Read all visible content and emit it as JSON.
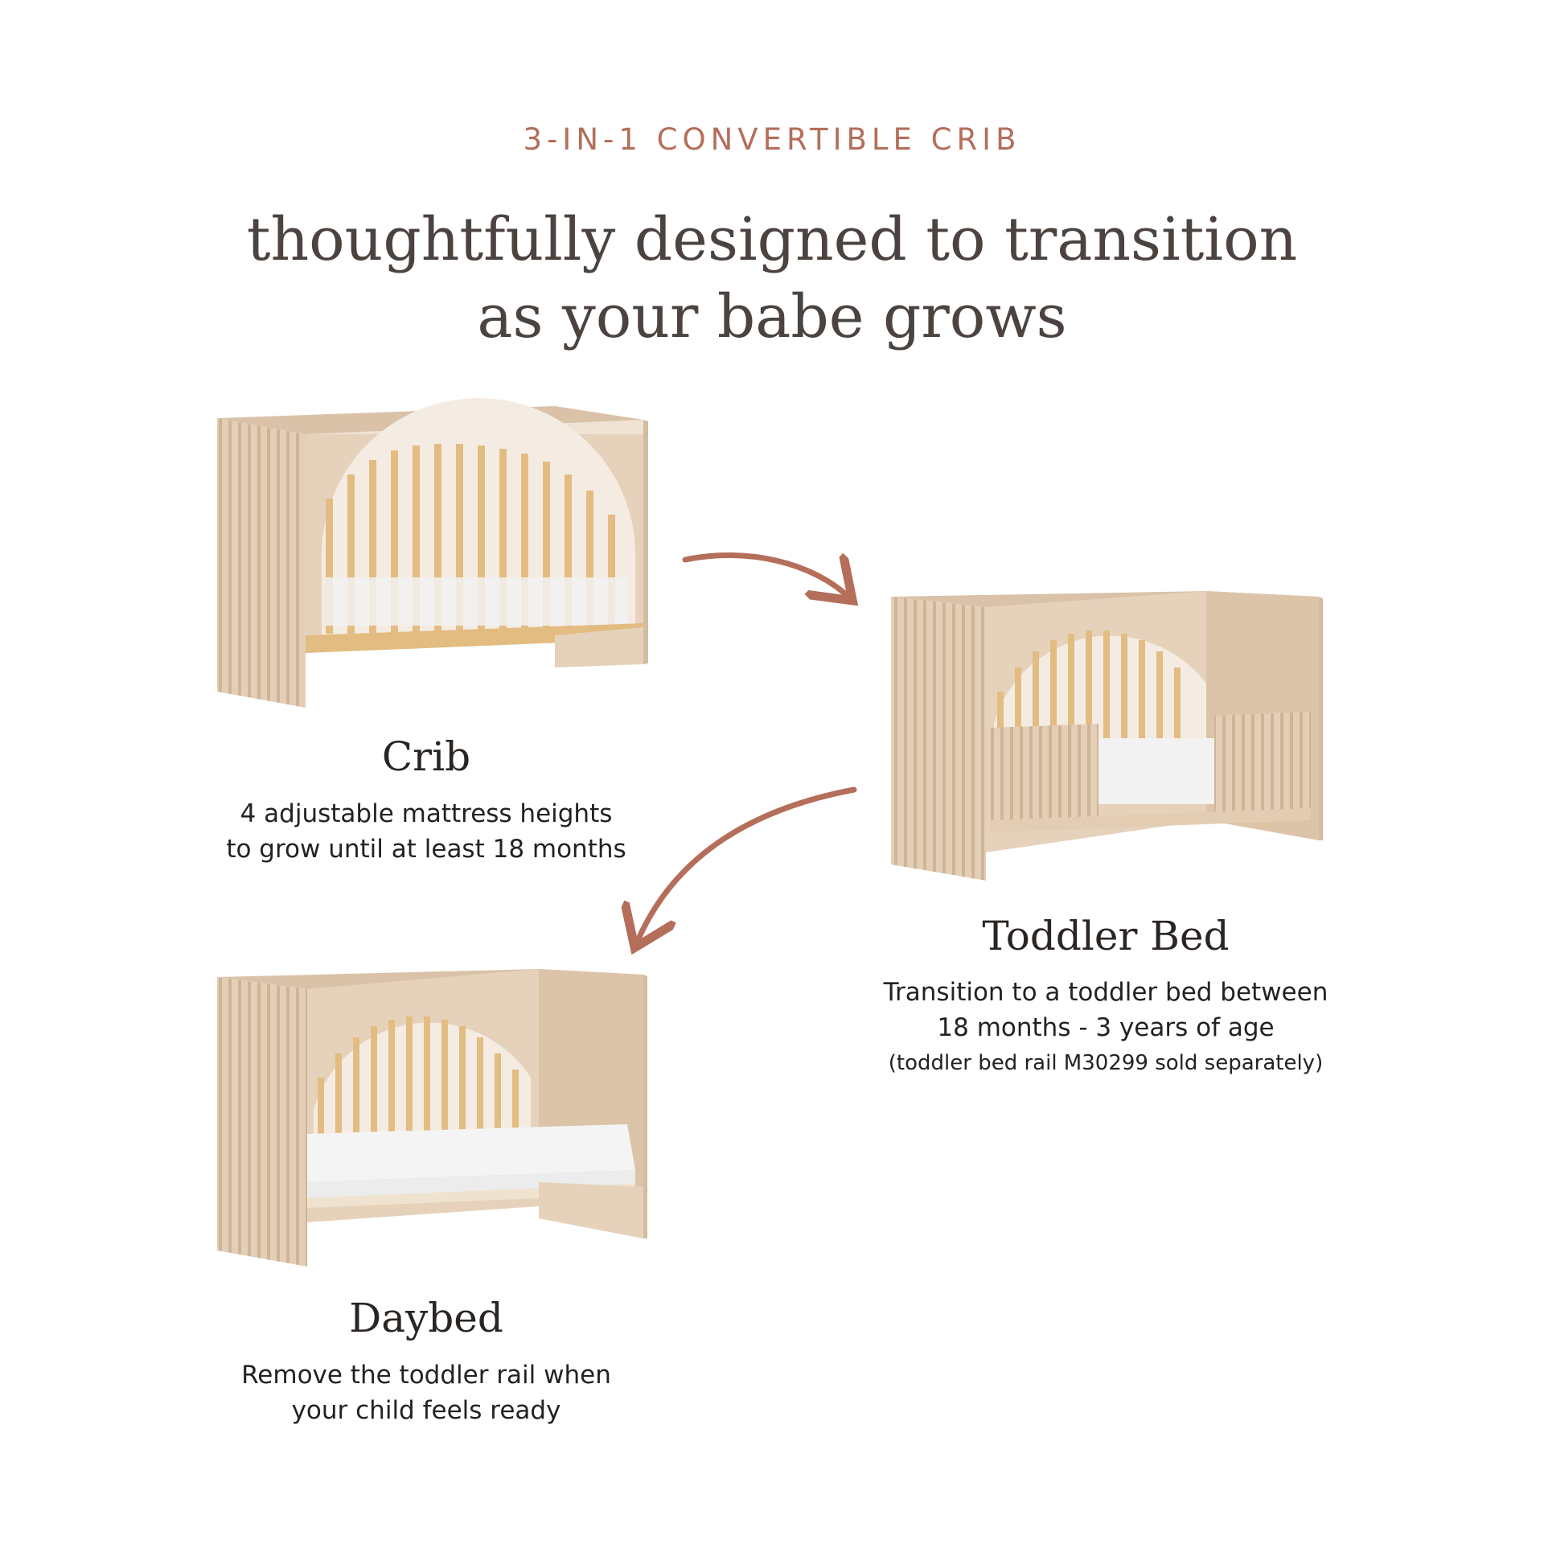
{
  "header": {
    "eyebrow": "3-IN-1 CONVERTIBLE CRIB",
    "headline_line1": "thoughtfully designed to transition",
    "headline_line2": "as your babe grows"
  },
  "stages": {
    "crib": {
      "title": "Crib",
      "line1": "4 adjustable mattress heights",
      "line2": "to grow until at least 18 months"
    },
    "toddler": {
      "title": "Toddler Bed",
      "line1": "Transition to a toddler bed between",
      "line2": "18 months - 3 years of age",
      "note": "(toddler bed rail M30299 sold separately)"
    },
    "daybed": {
      "title": "Daybed",
      "line1": "Remove the toddler rail when",
      "line2": "your child feels ready"
    }
  },
  "colors": {
    "accent": "#b46e5a",
    "wood": "#e2ccb2",
    "natural": "#e3bc82",
    "mattress": "#f2f2f2"
  }
}
